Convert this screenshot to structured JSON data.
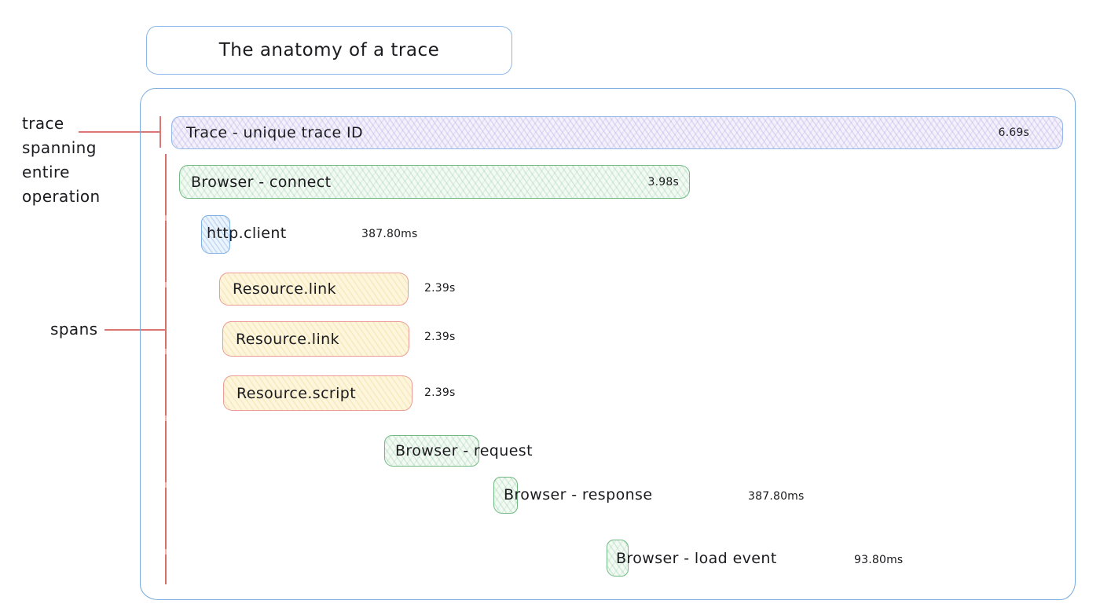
{
  "title": "The anatomy of a trace",
  "trace": {
    "label": "Trace - unique trace ID",
    "duration": "6.69s"
  },
  "spans": [
    {
      "label": "Browser - connect",
      "duration": "3.98s",
      "color": "green"
    },
    {
      "label": "http.client",
      "duration": "387.80ms",
      "color": "blue"
    },
    {
      "label": "Resource.link",
      "duration": "2.39s",
      "color": "yellow"
    },
    {
      "label": "Resource.link",
      "duration": "2.39s",
      "color": "yellow"
    },
    {
      "label": "Resource.script",
      "duration": "2.39s",
      "color": "yellow"
    },
    {
      "label": "Browser - request",
      "duration": "",
      "color": "green"
    },
    {
      "label": "Browser - response",
      "duration": "387.80ms",
      "color": "green"
    },
    {
      "label": "Browser - load event",
      "duration": "93.80ms",
      "color": "green"
    }
  ],
  "annotations": {
    "trace_note": [
      "trace",
      "spanning",
      "entire",
      "operation"
    ],
    "spans_note": "spans"
  },
  "colors": {
    "trace_fill": "#f4f1fb",
    "trace_border": "#94b6e8",
    "green_fill": "#f3faf4",
    "green_border": "#72b983",
    "blue_fill": "#ebf3fc",
    "blue_border": "#7fb0e2",
    "yellow_fill": "#fdf6dc",
    "yellow_border": "#eb9b94",
    "container_border": "#79abdf",
    "title_border": "#8ab6e9",
    "annotation_line": "#dc7672",
    "text": "#1b1b1f"
  }
}
